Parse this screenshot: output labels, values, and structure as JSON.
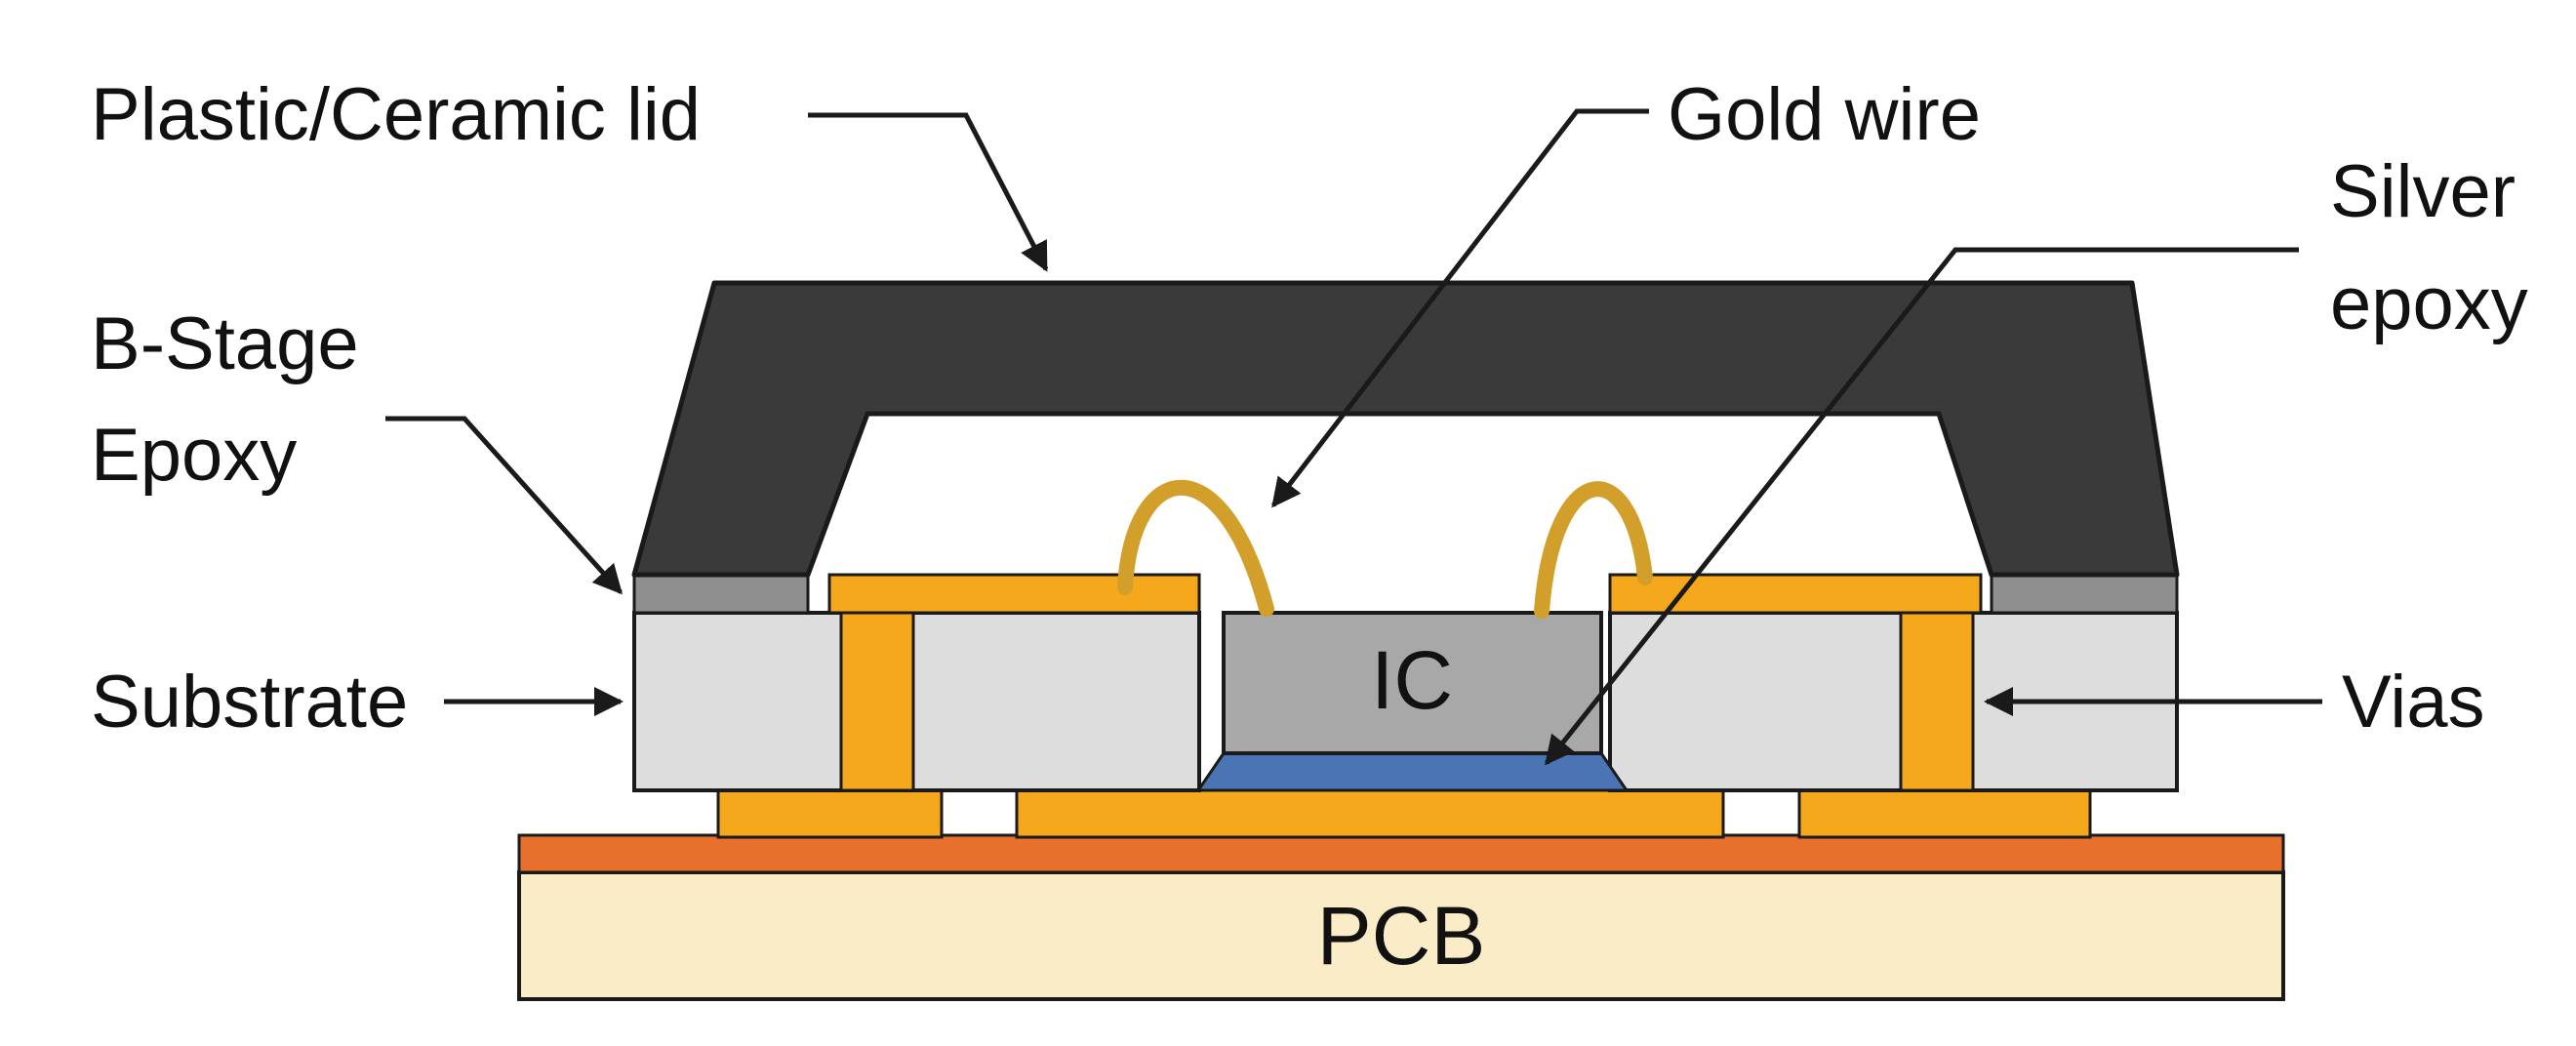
{
  "diagram": {
    "type": "ic-package-cross-section",
    "labels": {
      "lid": "Plastic/Ceramic lid",
      "gold_wire": "Gold wire",
      "silver_epoxy_line1": "Silver",
      "silver_epoxy_line2": "epoxy",
      "b_stage_line1": "B-Stage",
      "b_stage_line2": "Epoxy",
      "substrate": "Substrate",
      "vias": "Vias",
      "ic": "IC",
      "pcb": "PCB"
    },
    "colors": {
      "lid": "#3a3a3a",
      "b_stage_epoxy": "#8f8f8f",
      "substrate": "#dddddd",
      "ic": "#a8a8a8",
      "silver_epoxy": "#4a74b4",
      "gold_wire": "#d2a02a",
      "via_orange": "#f6a81c",
      "pcb_copper": "#e8702d",
      "pcb_body": "#fbecc8",
      "outline": "#1a1a1a",
      "background": "#ffffff"
    }
  }
}
